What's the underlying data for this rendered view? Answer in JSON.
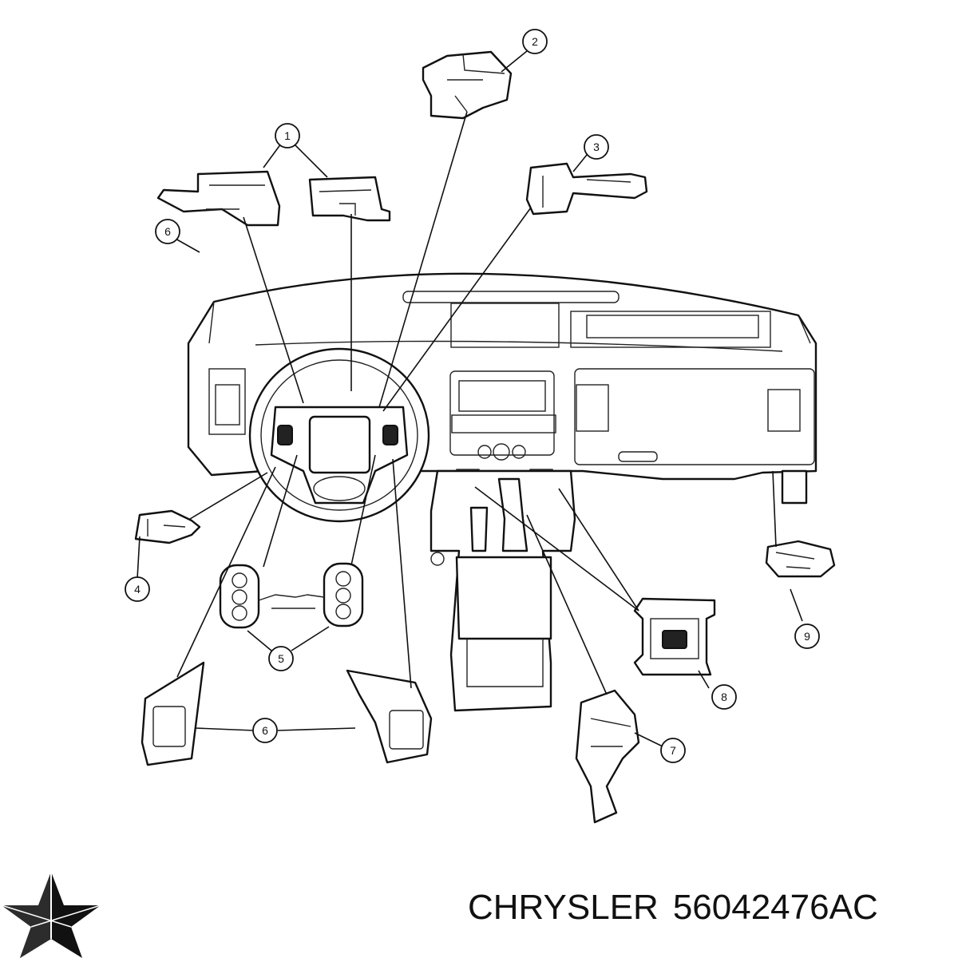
{
  "brand": {
    "manufacturer": "CHRYSLER",
    "part_number": "56042476AC",
    "logo_icon": "chrysler-pentastar-icon"
  },
  "callouts": [
    "1",
    "2",
    "3",
    "4",
    "5",
    "6",
    "7",
    "8",
    "9",
    "6"
  ],
  "colors": {
    "ink": "#111111",
    "background": "#ffffff"
  }
}
